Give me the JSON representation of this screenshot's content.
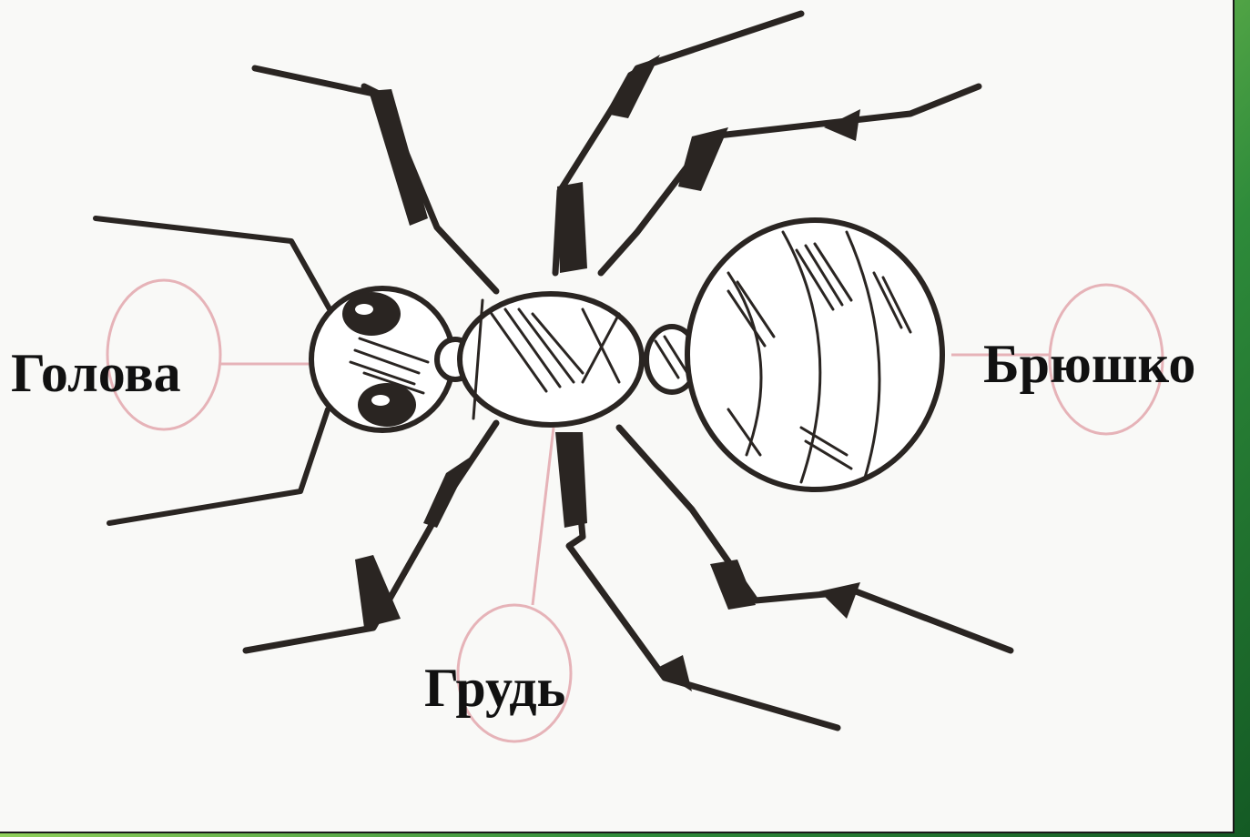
{
  "labels": {
    "head": "Голова",
    "thorax": "Грудь",
    "abdomen": "Брюшко"
  },
  "colors": {
    "ink": "#2a2522",
    "pointer_circle": "#e6b3b8",
    "frame_green": "#2e8b3a",
    "paper": "#f9f9f7"
  }
}
